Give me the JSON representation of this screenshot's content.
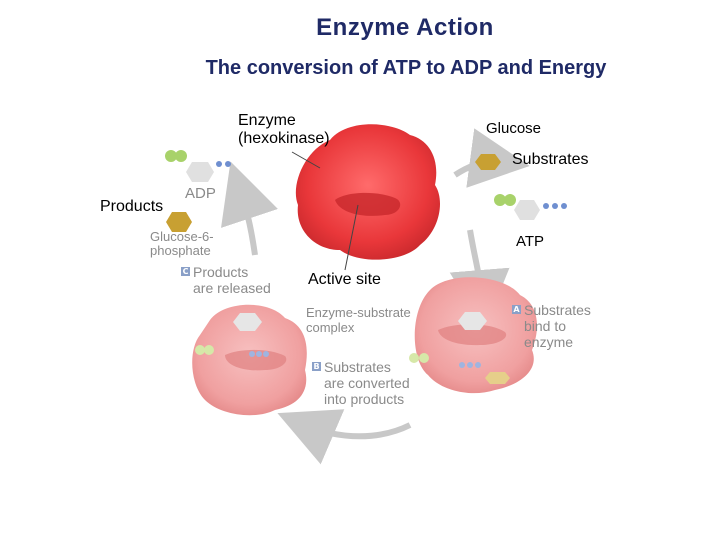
{
  "header": {
    "title": "Enzyme Action",
    "subtitle": "The conversion of ATP to ADP and Energy"
  },
  "labels": {
    "enzyme": "Enzyme\n(hexokinase)",
    "glucose": "Glucose",
    "substrates": "Substrates",
    "products": "Products",
    "adp": "ADP",
    "glucose6p": "Glucose-6-\nphosphate",
    "atp": "ATP",
    "active_site": "Active site",
    "es_complex": "Enzyme-substrate\ncomplex"
  },
  "steps": [
    {
      "badge": "A",
      "text": "Substrates\nbind to\nenzyme"
    },
    {
      "badge": "B",
      "text": "Substrates\nare converted\ninto products"
    },
    {
      "badge": "C",
      "text": "Products\nare released"
    }
  ],
  "colors": {
    "title": "#1f2a66",
    "enzyme_active": "#e9373a",
    "enzyme_faded": "#f0a0a0",
    "glucose": "#c8a032",
    "phosphate": "#6f8fd0",
    "adenosine": "#a8d26a",
    "arrow": "#c8c8c8",
    "badge": "#8aa0c8"
  }
}
